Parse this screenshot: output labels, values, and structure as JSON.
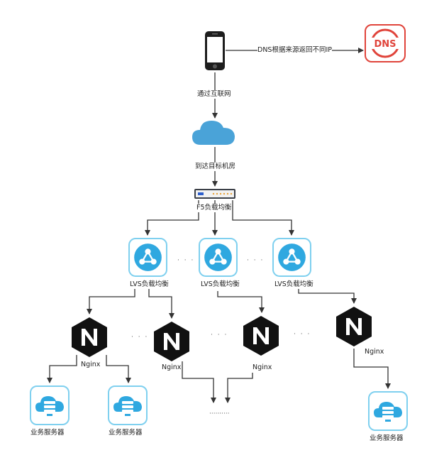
{
  "labels": {
    "dns_edge": "DNS根据来源返回不同IP",
    "internet_edge": "通过互联网",
    "datacenter_edge": "到达目标机房",
    "f5": "F5负载均衡",
    "lvs_1": "LVS负载均衡",
    "lvs_2": "LVS负载均衡",
    "lvs_3": "LVS负载均衡",
    "nginx_1": "Nginx",
    "nginx_2": "Nginx",
    "nginx_3": "Nginx",
    "nginx_4": "Nginx",
    "server_1": "业务服务器",
    "server_2": "业务服务器",
    "server_3": "业务服务器",
    "dns_icon_text": "DNS"
  },
  "ellipsis": {
    "lvs_gap_1": "· · ·",
    "lvs_gap_2": "· · ·",
    "nginx_gap_1": "· · ·",
    "nginx_gap_2": "· · ·",
    "nginx_gap_3": "· · ·",
    "bottom": "··········"
  },
  "colors": {
    "lvs_blue": "#2fa8e0",
    "lvs_border": "#7fd0ef",
    "cloud_blue": "#4aa3d8",
    "dns_red": "#e0443b",
    "nginx_black": "#111111",
    "arrow": "#333333"
  },
  "icons": [
    "phone-icon",
    "dns-icon",
    "cloud-icon",
    "f5-switch-icon",
    "lvs-icon",
    "nginx-icon",
    "server-icon"
  ]
}
